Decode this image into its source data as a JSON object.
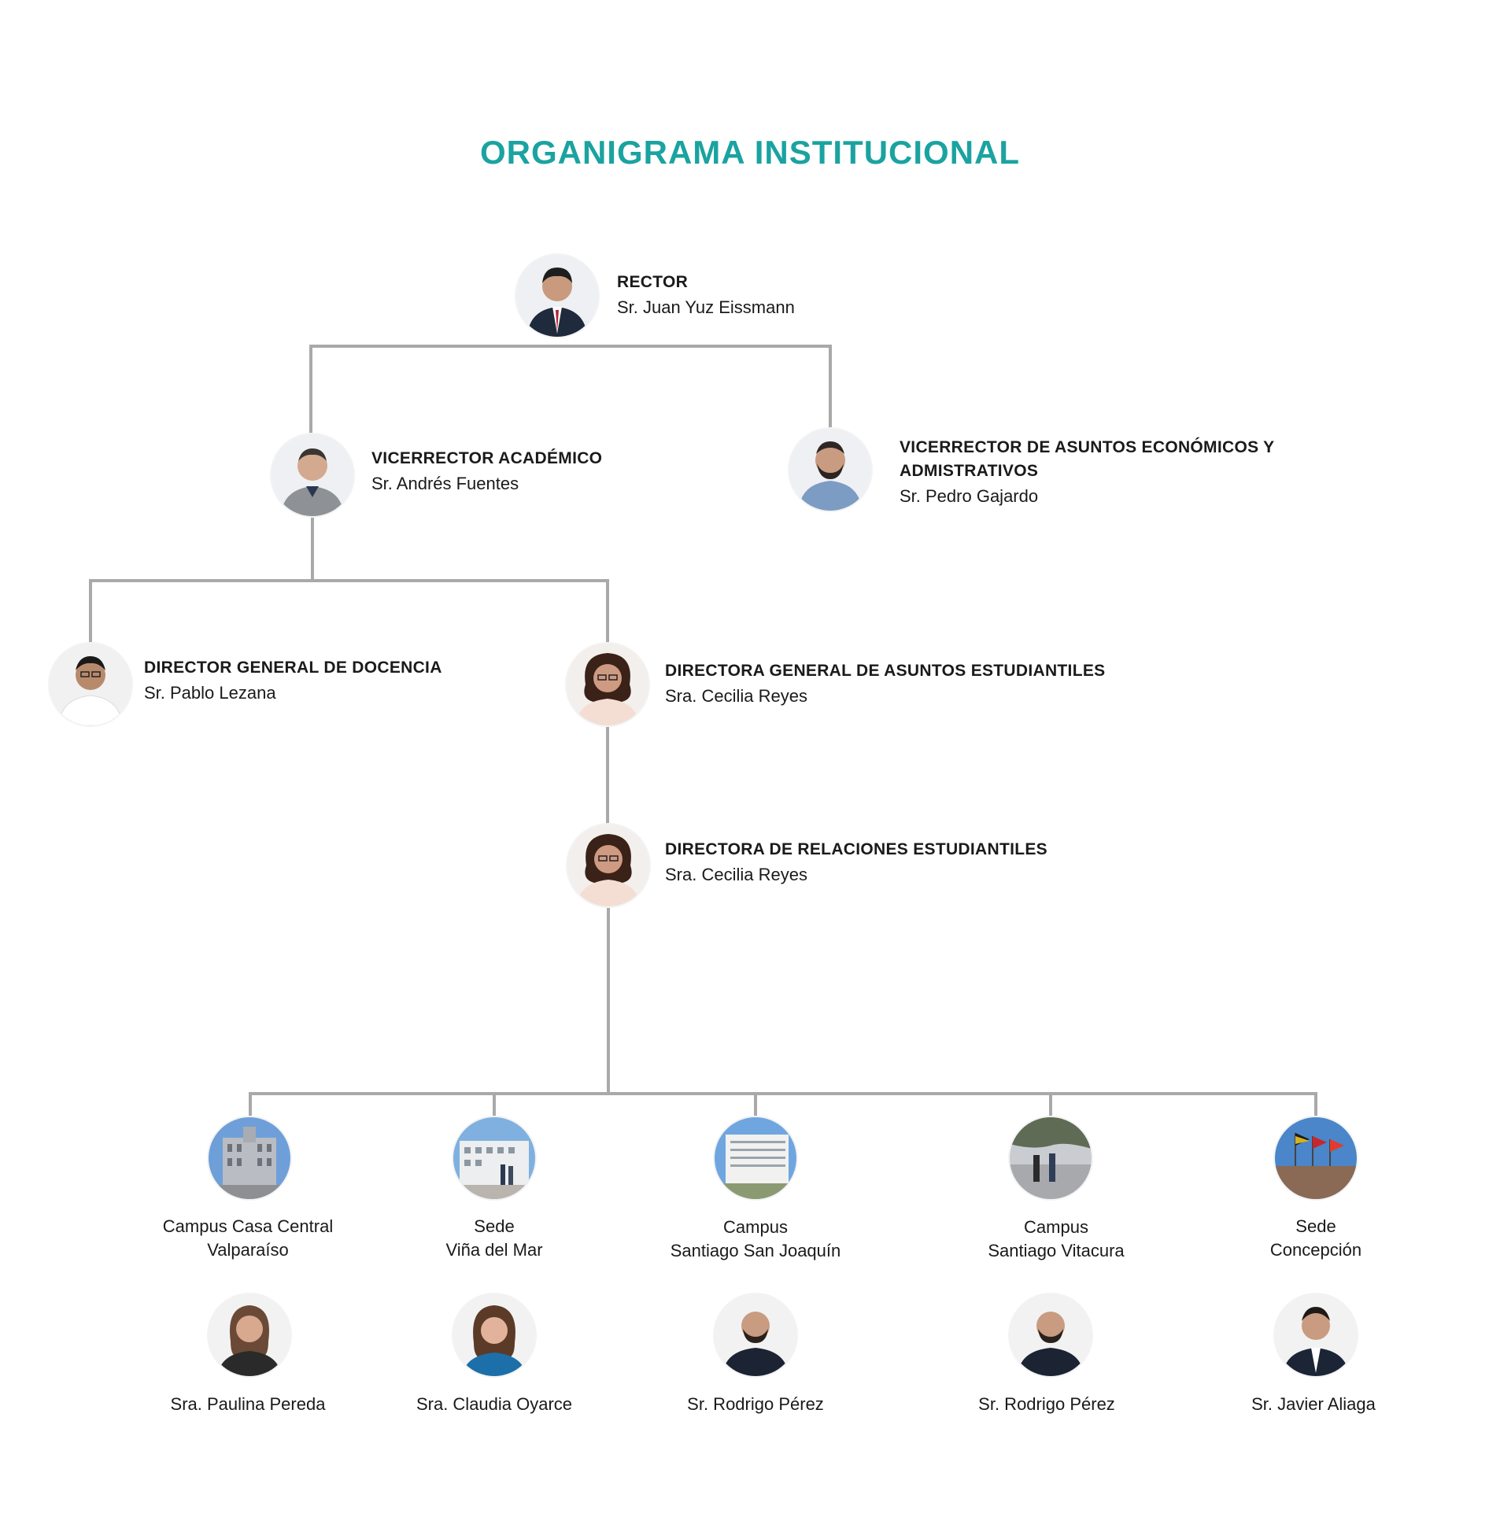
{
  "title": "ORGANIGRAMA INSTITUCIONAL",
  "colors": {
    "accent": "#1aa3a0",
    "connector": "#a9a9a9"
  },
  "rector": {
    "role": "RECTOR",
    "name": "Sr. Juan Yuz Eissmann"
  },
  "vicerrector_academico": {
    "role": "VICERRECTOR ACADÉMICO",
    "name": "Sr. Andrés Fuentes"
  },
  "vicerrector_economico": {
    "role_line1": "VICERRECTOR DE ASUNTOS ECONÓMICOS Y",
    "role_line2": "ADMISTRATIVOS",
    "name": "Sr. Pedro Gajardo"
  },
  "director_docencia": {
    "role": "DIRECTOR GENERAL DE DOCENCIA",
    "name": "Sr. Pablo Lezana"
  },
  "directora_asuntos": {
    "role": "DIRECTORA GENERAL DE ASUNTOS ESTUDIANTILES",
    "name": "Sra. Cecilia Reyes"
  },
  "directora_relaciones": {
    "role": "DIRECTORA DE RELACIONES ESTUDIANTILES",
    "name": "Sra. Cecilia Reyes"
  },
  "campuses": [
    {
      "line1": "Campus Casa Central",
      "line2": "Valparaíso",
      "person": "Sra. Paulina Pereda"
    },
    {
      "line1": "Sede",
      "line2": "Viña del Mar",
      "person": "Sra. Claudia Oyarce"
    },
    {
      "line1": "Campus",
      "line2": "Santiago San Joaquín",
      "person": "Sr. Rodrigo Pérez"
    },
    {
      "line1": "Campus",
      "line2": "Santiago Vitacura",
      "person": "Sr. Rodrigo Pérez"
    },
    {
      "line1": "Sede",
      "line2": "Concepción",
      "person": "Sr. Javier Aliaga"
    }
  ]
}
